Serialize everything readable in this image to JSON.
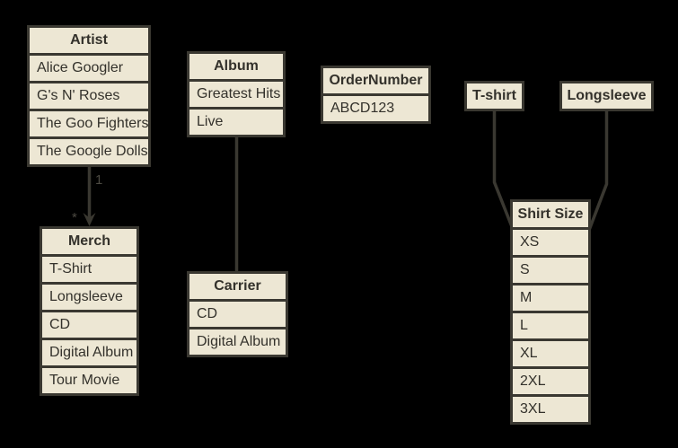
{
  "diagram": {
    "background_color": "#000000",
    "box_fill_color": "#EDE7D4",
    "border_line_color": "#3A3831",
    "text_color": "#33312B",
    "entities": {
      "artist": {
        "title": "Artist",
        "rows": [
          "Alice Googler",
          "G's N' Roses",
          "The Goo Fighters",
          "The Google Dolls"
        ]
      },
      "merch": {
        "title": "Merch",
        "rows": [
          "T-Shirt",
          "Longsleeve",
          "CD",
          "Digital Album",
          "Tour Movie"
        ]
      },
      "album": {
        "title": "Album",
        "rows": [
          "Greatest Hits",
          "Live"
        ]
      },
      "carrier": {
        "title": "Carrier",
        "rows": [
          "CD",
          "Digital Album"
        ]
      },
      "order_number": {
        "title": "OrderNumber",
        "rows": [
          "ABCD123"
        ]
      },
      "tshirt": {
        "title": "T-shirt"
      },
      "longsleeve": {
        "title": "Longsleeve"
      },
      "shirt_size": {
        "title": "Shirt Size",
        "rows": [
          "XS",
          "S",
          "M",
          "L",
          "XL",
          "2XL",
          "3XL"
        ]
      }
    },
    "connectors": {
      "artist_merch": {
        "source_label": "1",
        "target_label": "*"
      }
    }
  }
}
